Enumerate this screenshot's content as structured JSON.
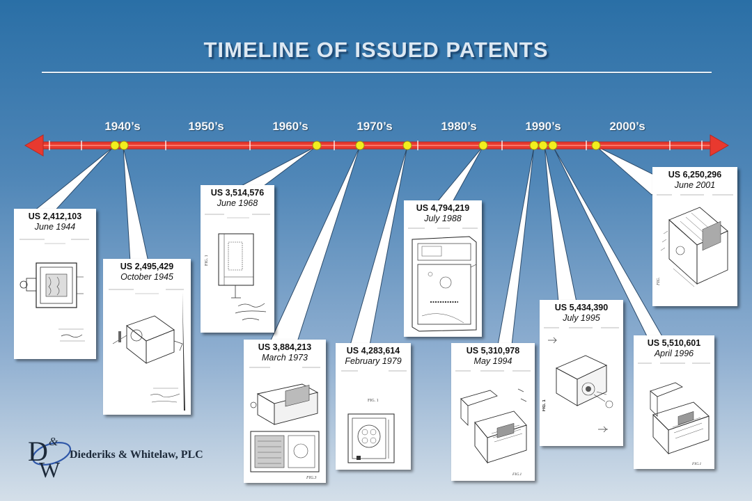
{
  "title": "TIMELINE OF ISSUED PATENTS",
  "decades": [
    "1940’s",
    "1950’s",
    "1960’s",
    "1970’s",
    "1980’s",
    "1990’s",
    "2000’s"
  ],
  "patents": [
    {
      "number": "US 2,412,103",
      "date": "June 1944"
    },
    {
      "number": "US 2,495,429",
      "date": "October 1945"
    },
    {
      "number": "US 3,514,576",
      "date": "June 1968"
    },
    {
      "number": "US 3,884,213",
      "date": "March 1973"
    },
    {
      "number": "US 4,283,614",
      "date": "February 1979"
    },
    {
      "number": "US 4,794,219",
      "date": "July 1988"
    },
    {
      "number": "US 5,310,978",
      "date": "May 1994"
    },
    {
      "number": "US 5,434,390",
      "date": "July 1995"
    },
    {
      "number": "US 5,510,601",
      "date": "April 1996"
    },
    {
      "number": "US 6,250,296",
      "date": "June 2001"
    }
  ],
  "firm_name": "Diederiks & Whitelaw, PLC",
  "logo_text": {
    "d": "D",
    "amp": "&",
    "w": "W"
  },
  "colors": {
    "axis": "#e8392f",
    "marker": "#f2ee1e",
    "title": "#dde8f2"
  }
}
